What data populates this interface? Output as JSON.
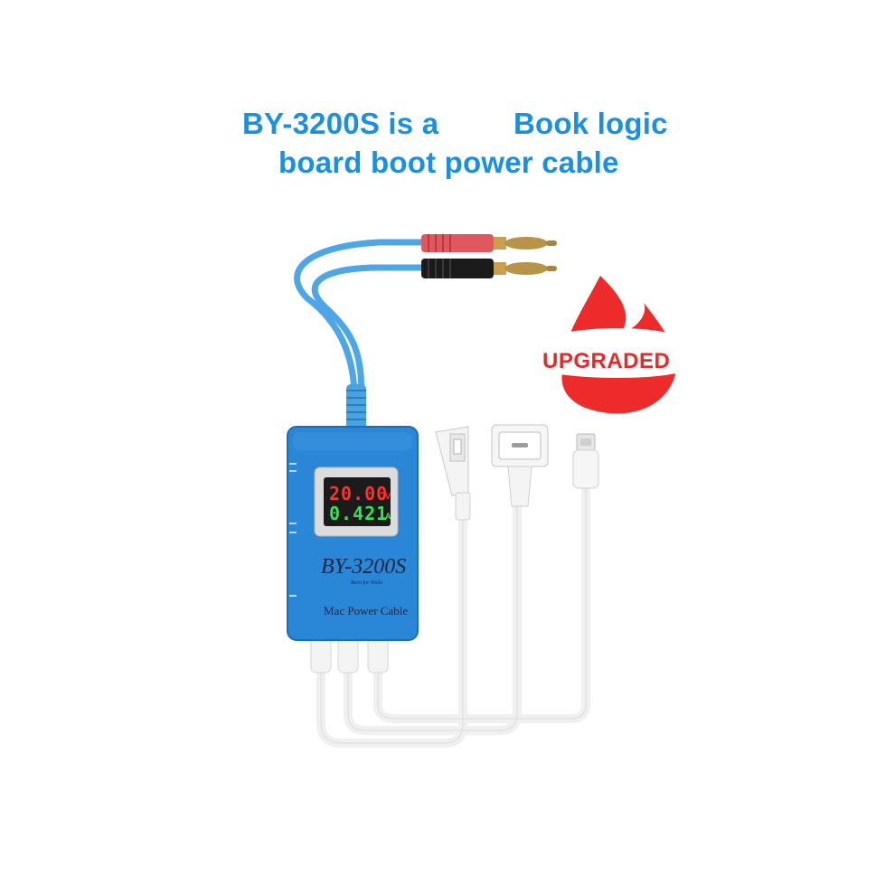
{
  "headline": {
    "line1_left": "BY-3200S is a",
    "line1_right": "Book logic",
    "line2": "board boot power cable"
  },
  "badge": {
    "text": "UPGRADED",
    "color": "#e32b2b"
  },
  "device": {
    "brand": "BY-3200S",
    "tagline": "Born for Tools",
    "name": "Mac Power Cable",
    "body_color": "#2a86d6",
    "display": {
      "voltage": "20.00",
      "voltage_unit": "V",
      "current": "0.421",
      "current_unit": "A"
    }
  },
  "colors": {
    "headline": "#1d8fe0",
    "cable_blue": "#5fb0e8",
    "cable_white": "#f2f2f2",
    "plug_red": "#e0585e",
    "plug_black": "#1b1b1b"
  }
}
